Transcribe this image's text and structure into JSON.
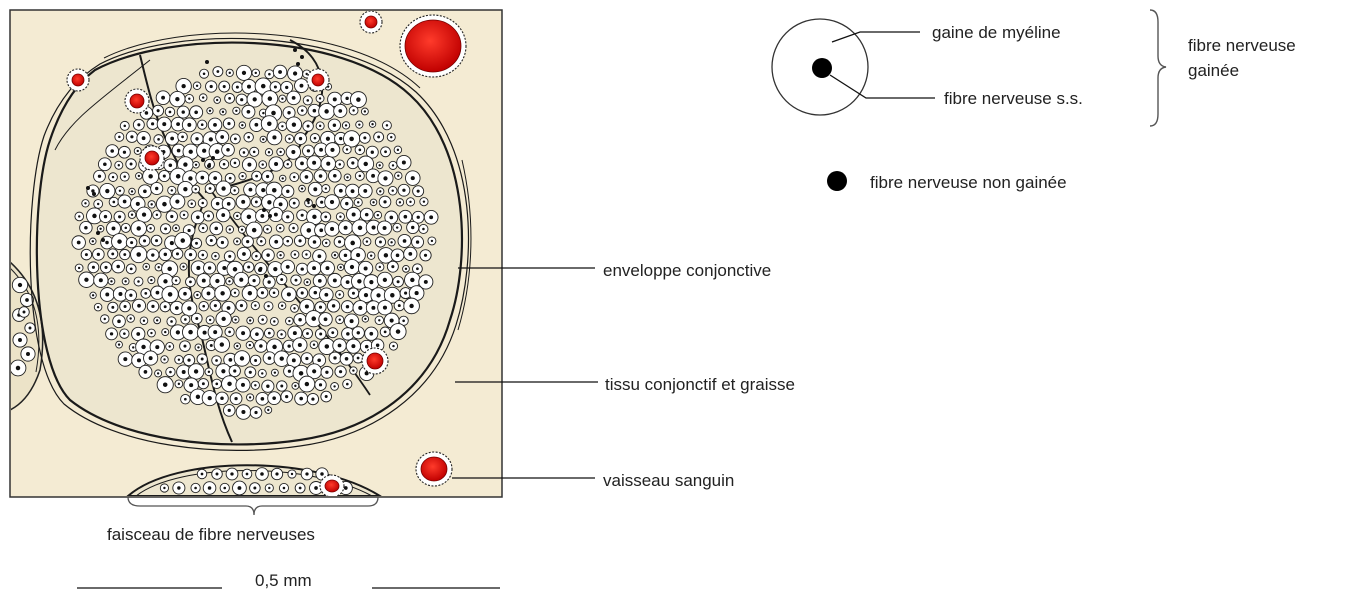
{
  "labels": {
    "myelin_sheath": "gaine de myéline",
    "nerve_fiber_ss": "fibre nerveuse s.s.",
    "sheathed_fiber": "fibre nerveuse gainée",
    "unsheathed_fiber": "fibre nerveuse non gainée",
    "connective_sheath": "enveloppe conjonctive",
    "connective_fat": "tissu conjonctif et graisse",
    "blood_vessel": "vaisseau sanguin",
    "fiber_bundle": "faisceau de fibre nerveuses",
    "scale": "0,5 mm"
  },
  "colors": {
    "tissue_background": "#f4ebd3",
    "vessel_red": "#d81010",
    "outline": "#1a1a1a"
  }
}
